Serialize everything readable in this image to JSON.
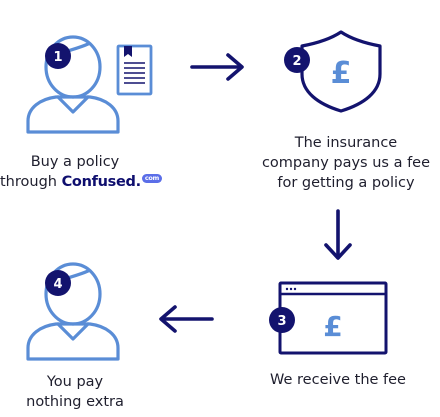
{
  "colors": {
    "navy": "#13136e",
    "light_blue": "#5a8dd6",
    "text": "#1f1f2e"
  },
  "steps": [
    {
      "number": "1",
      "icon": "person-with-document-icon",
      "caption_line1": "Buy a policy",
      "caption_line2_prefix": "through",
      "brand": "Confused",
      "brand_badge": "com"
    },
    {
      "number": "2",
      "icon": "shield-pound-icon",
      "caption_lines": [
        "The insurance",
        "company pays us a fee",
        "for getting a policy"
      ]
    },
    {
      "number": "3",
      "icon": "browser-window-pound-icon",
      "caption_lines": [
        "We receive the fee"
      ]
    },
    {
      "number": "4",
      "icon": "person-icon",
      "caption_lines": [
        "You pay",
        "nothing extra"
      ]
    }
  ],
  "symbols": {
    "currency": "£"
  }
}
